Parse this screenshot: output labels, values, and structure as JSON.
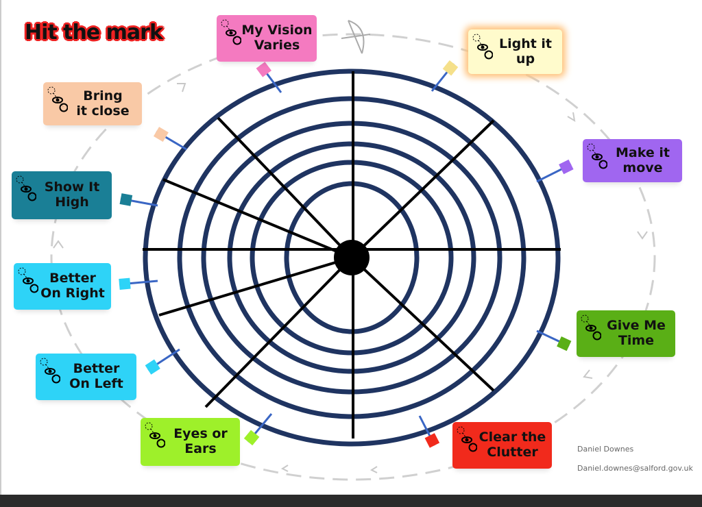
{
  "title": "Hit the mark",
  "labels": [
    {
      "text": "My Vision\nVaries",
      "color": "#f47ac0"
    },
    {
      "text": "Light it up",
      "color": "#fffbcc"
    },
    {
      "text": "Bring\nit close",
      "color": "#f9c9a6"
    },
    {
      "text": "Make it\nmove",
      "color": "#a066f0"
    },
    {
      "text": "Show It\nHigh",
      "color": "#1a7f96"
    },
    {
      "text": "Better\nOn Right",
      "color": "#2ed3f7"
    },
    {
      "text": "Better\nOn Left",
      "color": "#2ed3f7"
    },
    {
      "text": "Give Me\nTime",
      "color": "#5aaf16"
    },
    {
      "text": "Eyes or\nEars",
      "color": "#9ef02a"
    },
    {
      "text": "Clear the\nClutter",
      "color": "#f12a1c"
    }
  ],
  "author": {
    "name": "Daniel Downes",
    "email": "Daniel.downes@salford.gov.uk"
  },
  "colors": {
    "ring": "#1f3461",
    "spoke": "#000000",
    "path": "#cccccc"
  }
}
